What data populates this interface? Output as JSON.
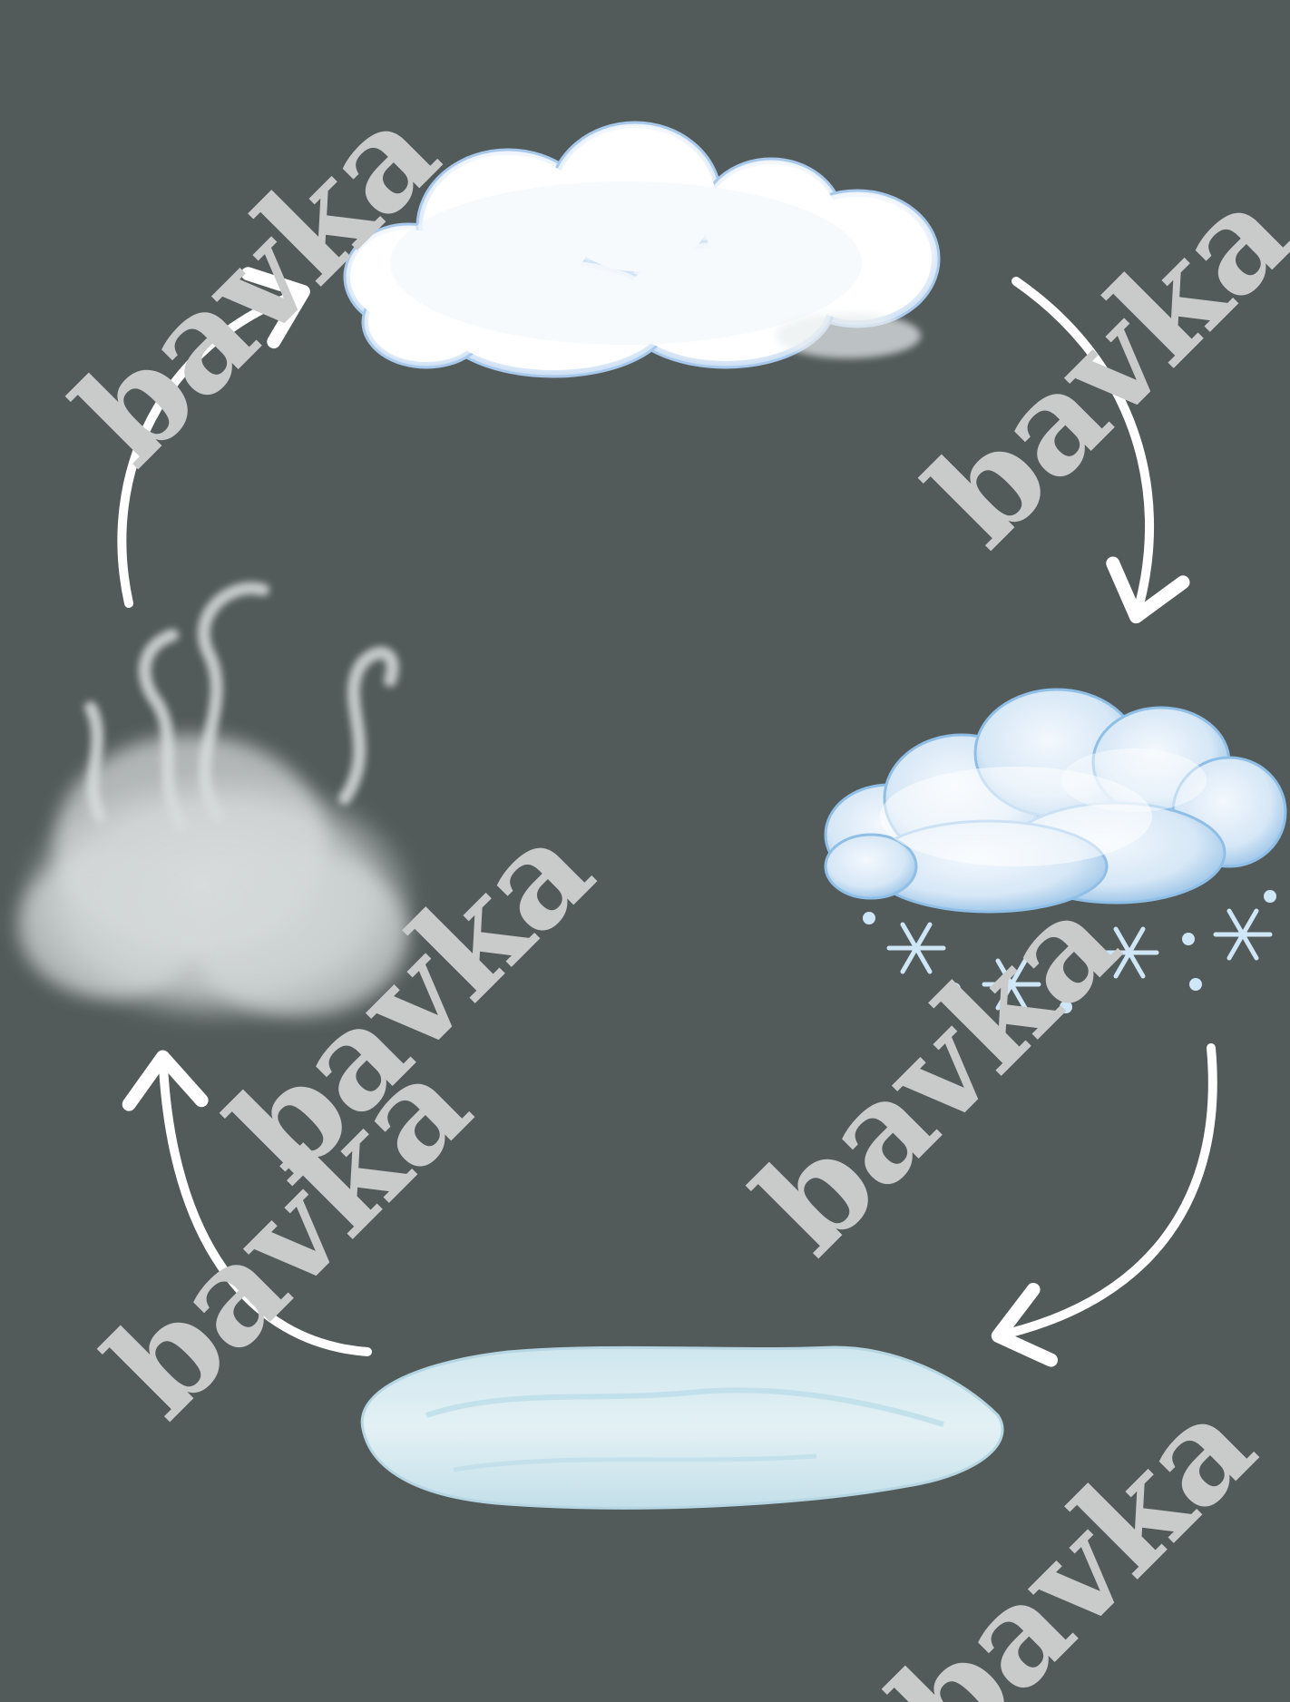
{
  "diagram": {
    "type": "water-cycle",
    "background": "#535a5a",
    "arrow_color": "#ffffff",
    "stages": [
      {
        "id": "cloud",
        "icon": "cloud-icon"
      },
      {
        "id": "snow-cloud",
        "icon": "snow-cloud-icon"
      },
      {
        "id": "puddle",
        "icon": "puddle-icon"
      },
      {
        "id": "steam",
        "icon": "steam-icon"
      }
    ],
    "cycle_direction": "clockwise"
  },
  "watermarks": [
    "bavka",
    "bavka",
    "bavka",
    "bavka",
    "bavka",
    "bavka"
  ],
  "colors": {
    "cloud_fill": "#ffffff",
    "cloud_edge": "#a9c9ec",
    "snow_cloud_edge": "#8fbfe6",
    "snowflake": "#cfe6f7",
    "puddle": "#d3e9f0",
    "steam": "#d8dcdc",
    "watermark": "#c9cbca"
  }
}
